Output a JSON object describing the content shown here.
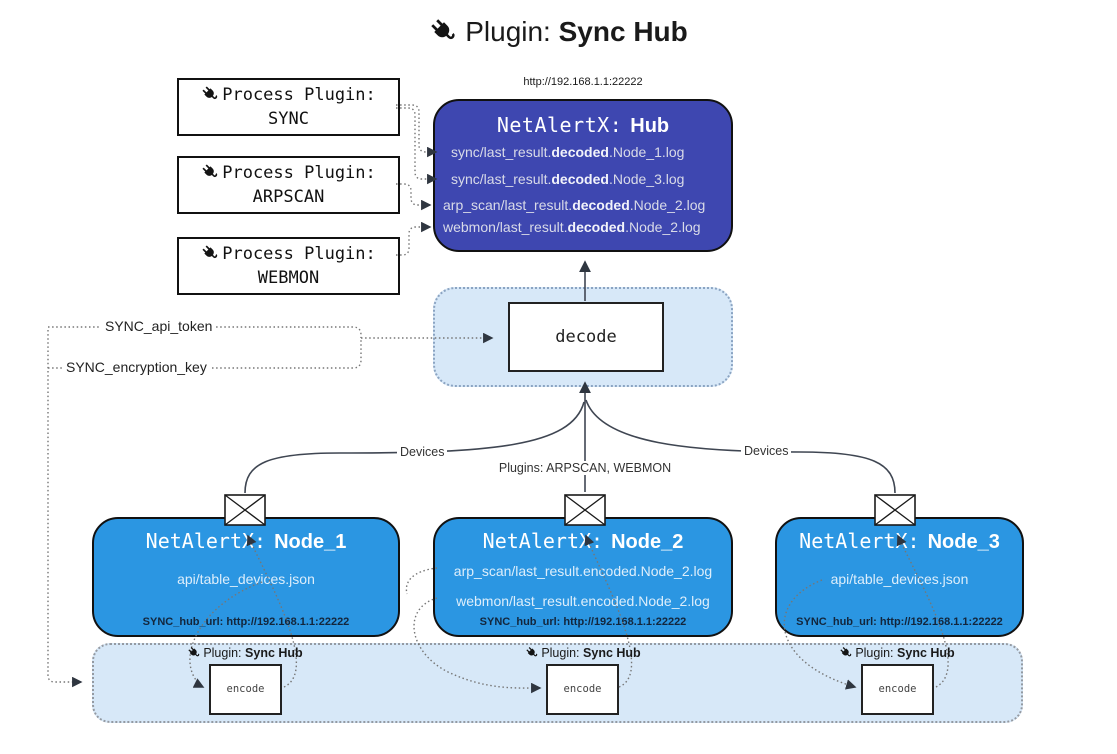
{
  "title": {
    "prefix": "Plugin:",
    "name": "Sync Hub"
  },
  "process_plugins": [
    {
      "label": "Process Plugin:",
      "name": "SYNC"
    },
    {
      "label": "Process Plugin:",
      "name": "ARPSCAN"
    },
    {
      "label": "Process Plugin:",
      "name": "WEBMON"
    }
  ],
  "hub": {
    "url": "http://192.168.1.1:22222",
    "title_prefix": "NetAlertX:",
    "title_name": "Hub",
    "logs": [
      {
        "pre": "sync/last_result.",
        "bold": "decoded",
        "post": ".Node_1.log"
      },
      {
        "pre": "sync/last_result.",
        "bold": "decoded",
        "post": ".Node_3.log"
      },
      {
        "pre": "arp_scan/last_result.",
        "bold": "decoded",
        "post": ".Node_2.log"
      },
      {
        "pre": "webmon/last_result.",
        "bold": "decoded",
        "post": ".Node_2.log"
      }
    ]
  },
  "decode_label": "decode",
  "settings": {
    "api_token": "SYNC_api_token",
    "encryption_key": "SYNC_encryption_key"
  },
  "edges": {
    "devices_left": "Devices",
    "devices_right": "Devices",
    "plugins": "Plugins: ARPSCAN, WEBMON"
  },
  "nodes": [
    {
      "title_prefix": "NetAlertX:",
      "title_name": "Node_1",
      "lines": [
        "api/table_devices.json"
      ],
      "hub_url": "SYNC_hub_url: http://192.168.1.1:22222"
    },
    {
      "title_prefix": "NetAlertX:",
      "title_name": "Node_2",
      "lines": [
        "arp_scan/last_result.encoded.Node_2.log",
        "webmon/last_result.encoded.Node_2.log"
      ],
      "hub_url": "SYNC_hub_url: http://192.168.1.1:22222"
    },
    {
      "title_prefix": "NetAlertX:",
      "title_name": "Node_3",
      "lines": [
        "api/table_devices.json"
      ],
      "hub_url": "SYNC_hub_url: http://192.168.1.1:22222"
    }
  ],
  "band": {
    "plugin_label_prefix": "Plugin:",
    "plugin_label_name": "Sync Hub",
    "encode_label": "encode"
  },
  "icons": {
    "plug": "plug-icon",
    "envelope": "envelope-icon"
  },
  "colors": {
    "hub_box": "#3e47b0",
    "node_box": "#2b96e2",
    "panel_light_blue": "#d7e8f8",
    "box_border": "#111111",
    "hub_log_text": "#d9dbe8",
    "node_line_text": "#ddeefb",
    "footer_text": "#13263c",
    "wire_solid": "#3f4652",
    "wire_dotted": "#767676"
  }
}
